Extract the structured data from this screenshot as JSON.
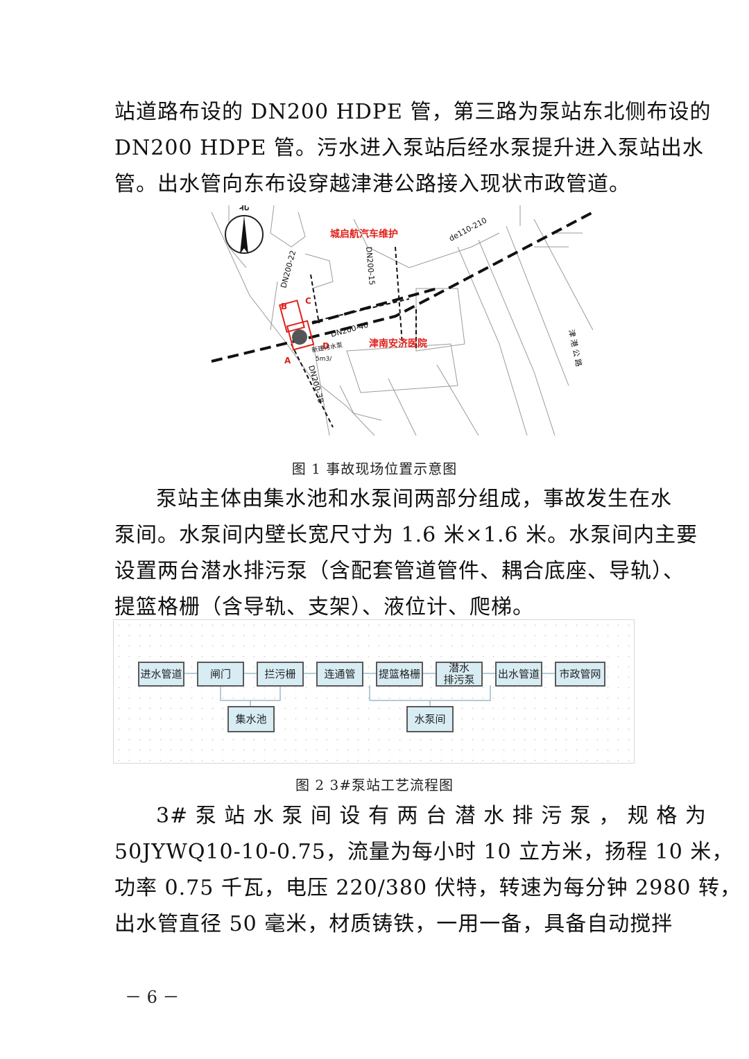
{
  "paragraph1": {
    "lines": [
      "站道路布设的 DN200 HDPE 管，第三路为泵站东北侧布设的",
      "DN200 HDPE 管。污水进入泵站后经水泵提升进入泵站出水",
      "管。出水管向东布设穿越津港公路接入现状市政管道。"
    ]
  },
  "figure1": {
    "caption": "图 1  事故现场位置示意图",
    "north_label": "北",
    "labels": {
      "company": "城启航汽车维护",
      "hospital": "津南安济医院",
      "pipe_de110": "de110-210",
      "pipe_dn200_22": "DN200-22",
      "pipe_dn200_15": "DN200-15",
      "pipe_dn200_40": "DN200-40",
      "pipe_dn200_38": "DN200-38",
      "road": "津 港 公 路",
      "point_a": "A",
      "point_b": "B",
      "point_c": "C",
      "point_d": "D",
      "station_label": "新建污水泵",
      "station_size": "5m3/"
    }
  },
  "paragraph2": {
    "lines": [
      "泵站主体由集水池和水泵间两部分组成，事故发生在水",
      "泵间。水泵间内壁长宽尺寸为 1.6  米×1.6 米。水泵间内主要",
      "设置两台潜水排污泵（含配套管道管件、耦合底座、导轨）、",
      "提篮格栅（含导轨、支架）、液位计、爬梯。"
    ]
  },
  "figure2": {
    "caption": "图 2 3#泵站工艺流程图",
    "boxes": {
      "inlet": "进水管道",
      "gate": "闸门",
      "trash_rack": "拦污栅",
      "connector": "连通管",
      "basket_screen": "提篮格栅",
      "pump": "潜水\n排污泵",
      "outlet": "出水管道",
      "municipal": "市政管网",
      "sump": "集水池",
      "pump_room": "水泵间"
    },
    "colors": {
      "box_fill": "#d7ecf3",
      "box_border": "#595959",
      "line": "#9bbccb"
    }
  },
  "paragraph3": {
    "lines": [
      "3# 泵 站 水 泵 间 设 有 两 台 潜 水 排 污 泵 ， 规 格 为",
      "50JYWQ10-10-0.75，流量为每小时 10  立方米，扬程 10  米，",
      "功率 0.75  千瓦，电压 220/380 伏特，转速为每分钟 2980  转，",
      "出水管直径 50  毫米，材质铸铁，一用一备，具备自动搅拌"
    ]
  },
  "page_number": "－ 6 －"
}
